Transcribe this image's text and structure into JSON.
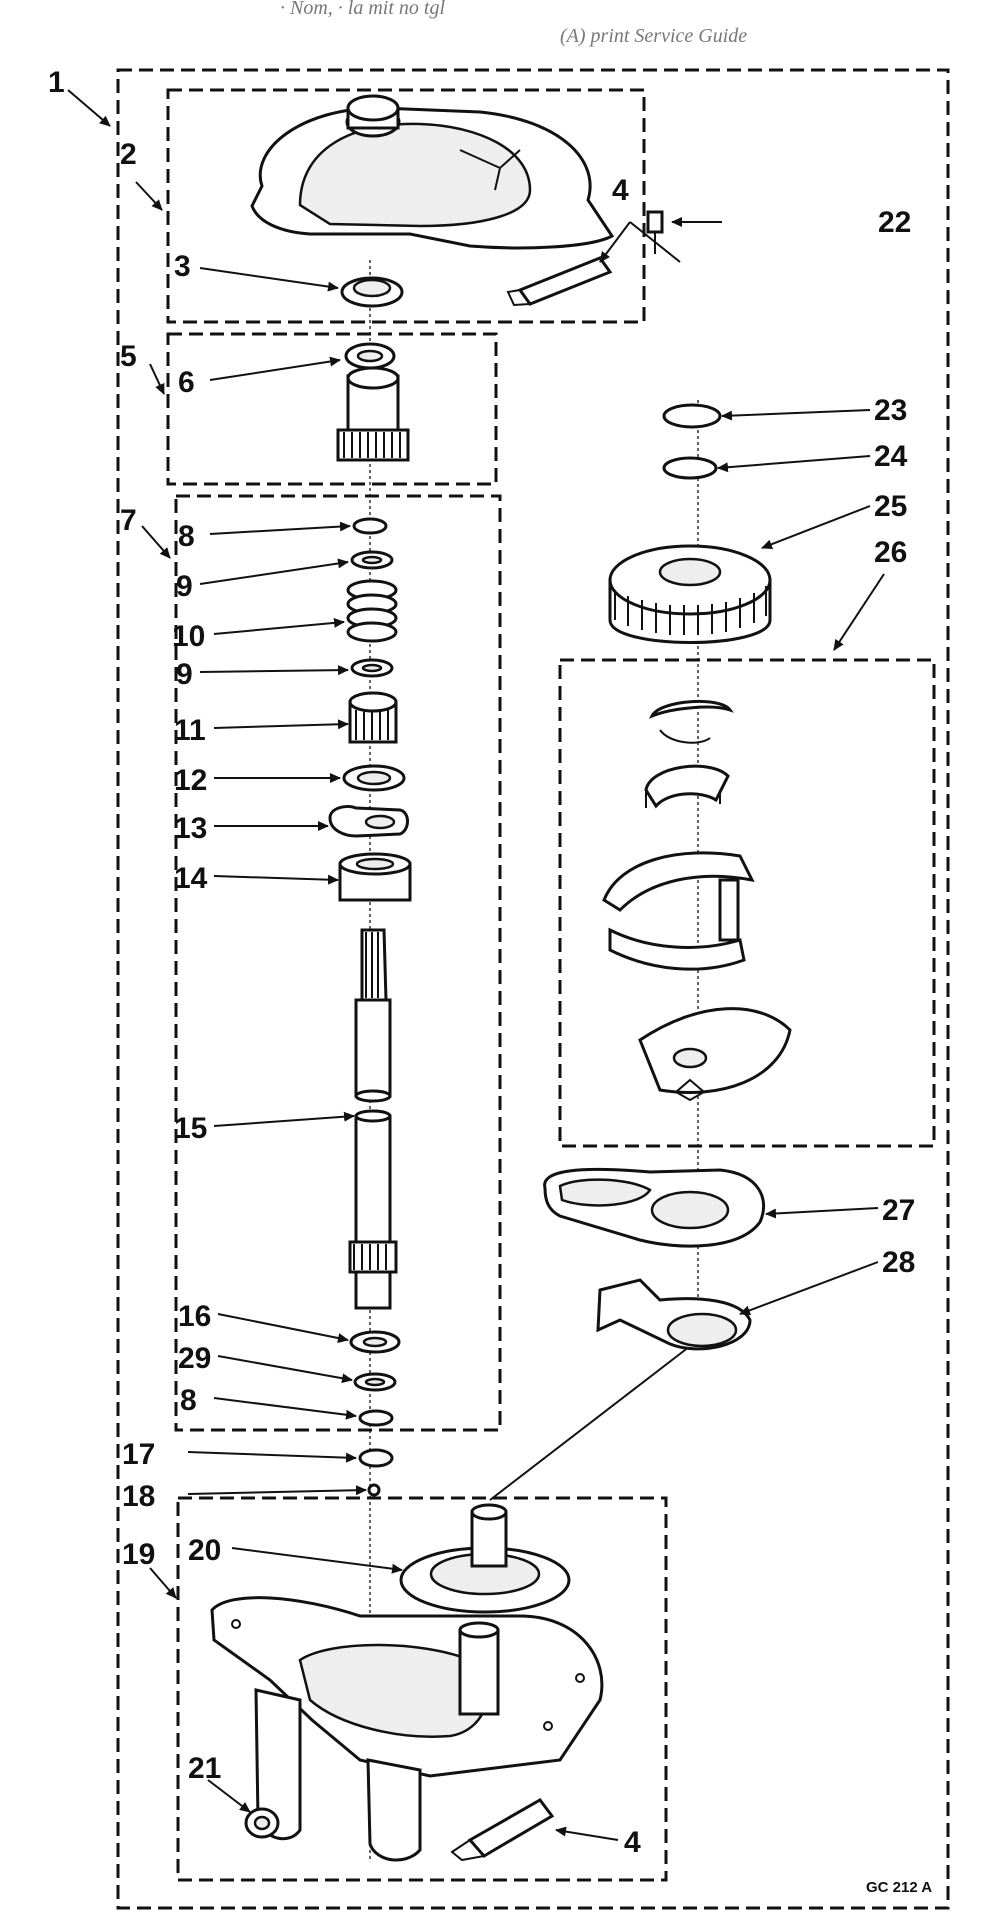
{
  "header": {
    "smudge_line1": "· Nom,   · la mit no tgl",
    "smudge_line2": "(A) print   Service Guide"
  },
  "figure_code": "GC 212 A",
  "callouts": [
    {
      "id": "c1",
      "label": "1"
    },
    {
      "id": "c2",
      "label": "2"
    },
    {
      "id": "c3",
      "label": "3"
    },
    {
      "id": "c4a",
      "label": "4"
    },
    {
      "id": "c5",
      "label": "5"
    },
    {
      "id": "c6",
      "label": "6"
    },
    {
      "id": "c7",
      "label": "7"
    },
    {
      "id": "c8a",
      "label": "8"
    },
    {
      "id": "c9a",
      "label": "9"
    },
    {
      "id": "c10",
      "label": "10"
    },
    {
      "id": "c9b",
      "label": "9"
    },
    {
      "id": "c11",
      "label": "11"
    },
    {
      "id": "c12",
      "label": "12"
    },
    {
      "id": "c13",
      "label": "13"
    },
    {
      "id": "c14",
      "label": "14"
    },
    {
      "id": "c15",
      "label": "15"
    },
    {
      "id": "c16",
      "label": "16"
    },
    {
      "id": "c29",
      "label": "29"
    },
    {
      "id": "c8b",
      "label": "8"
    },
    {
      "id": "c17",
      "label": "17"
    },
    {
      "id": "c18",
      "label": "18"
    },
    {
      "id": "c19",
      "label": "19"
    },
    {
      "id": "c20",
      "label": "20"
    },
    {
      "id": "c21",
      "label": "21"
    },
    {
      "id": "c4b",
      "label": "4"
    },
    {
      "id": "c22",
      "label": "22"
    },
    {
      "id": "c23",
      "label": "23"
    },
    {
      "id": "c24",
      "label": "24"
    },
    {
      "id": "c25",
      "label": "25"
    },
    {
      "id": "c26",
      "label": "26"
    },
    {
      "id": "c27",
      "label": "27"
    },
    {
      "id": "c28",
      "label": "28"
    }
  ]
}
